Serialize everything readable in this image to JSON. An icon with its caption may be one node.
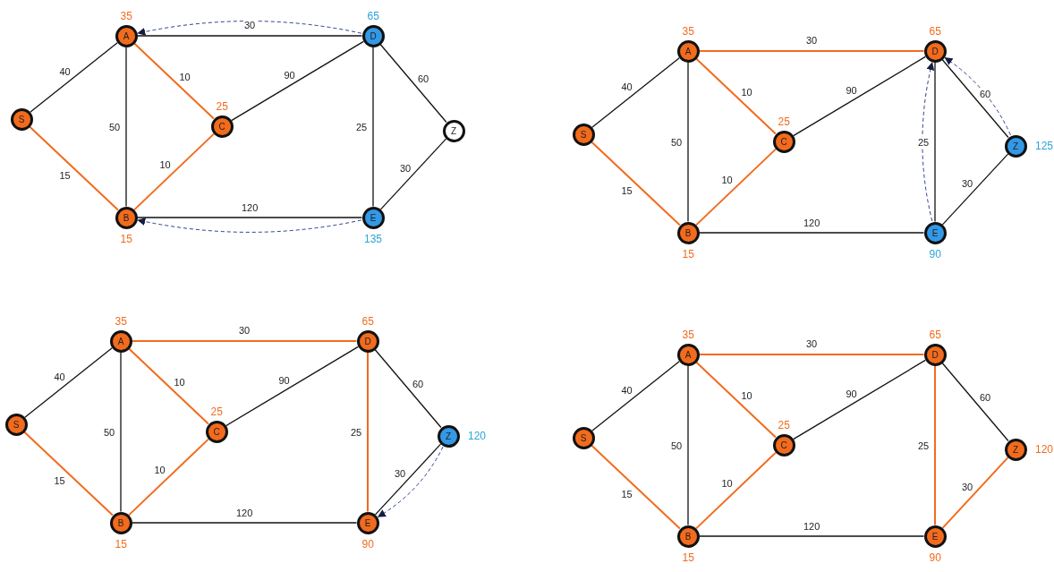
{
  "diagram": {
    "nodes": [
      {
        "text": [
          "S"
        ]
      },
      {
        "text": [
          "A"
        ],
        "beside": [
          "35"
        ]
      },
      {
        "text": [
          "B"
        ],
        "beside": [
          "15"
        ]
      },
      {
        "text": [
          "C"
        ],
        "beside": [
          "25"
        ]
      },
      {
        "text": [
          "D"
        ],
        "beside": [
          "65"
        ]
      },
      {
        "text": [
          "E"
        ],
        "beside": [
          "135"
        ]
      },
      {
        "text": [
          "Z"
        ]
      },
      {
        "text": [
          "S"
        ]
      },
      {
        "text": [
          "A"
        ],
        "beside": [
          "35"
        ]
      },
      {
        "text": [
          "B"
        ],
        "beside": [
          "15"
        ]
      },
      {
        "text": [
          "C"
        ],
        "beside": [
          "25"
        ]
      },
      {
        "text": [
          "D"
        ],
        "beside": [
          "65"
        ]
      },
      {
        "text": [
          "E"
        ],
        "beside": [
          "90"
        ]
      },
      {
        "text": [
          "Z"
        ],
        "beside": [
          "125"
        ]
      },
      {
        "text": [
          "S"
        ]
      },
      {
        "text": [
          "A"
        ],
        "beside": [
          "35"
        ]
      },
      {
        "text": [
          "B"
        ],
        "beside": [
          "15"
        ]
      },
      {
        "text": [
          "C"
        ],
        "beside": [
          "25"
        ]
      },
      {
        "text": [
          "D"
        ],
        "beside": [
          "65"
        ]
      },
      {
        "text": [
          "E"
        ],
        "beside": [
          "90"
        ]
      },
      {
        "text": [
          "Z"
        ],
        "beside": [
          "120"
        ]
      },
      {
        "text": [
          "S"
        ]
      },
      {
        "text": [
          "A"
        ],
        "beside": [
          "35"
        ]
      },
      {
        "text": [
          "B"
        ],
        "beside": [
          "15"
        ]
      },
      {
        "text": [
          "C"
        ],
        "beside": [
          "25"
        ]
      },
      {
        "text": [
          "D"
        ],
        "beside": [
          "65"
        ]
      },
      {
        "text": [
          "E"
        ],
        "beside": [
          "90"
        ]
      },
      {
        "text": [
          "Z"
        ],
        "beside": [
          "120"
        ]
      }
    ],
    "edges": [
      {
        "from": 0,
        "to": 1,
        "arrow": "none",
        "label": "40"
      },
      {
        "from": 0,
        "to": 2,
        "arrow": "none",
        "label": "15",
        "color": "#f26b1d"
      },
      {
        "from": 1,
        "to": 2,
        "arrow": "none",
        "label": "50"
      },
      {
        "from": 1,
        "to": 3,
        "arrow": "none",
        "label": "10",
        "color": "#f26b1d"
      },
      {
        "from": 1,
        "to": 4,
        "arrow": "none",
        "label": "30"
      },
      {
        "from": 2,
        "to": 3,
        "arrow": "none",
        "label": "10",
        "color": "#f26b1d"
      },
      {
        "from": 3,
        "to": 4,
        "arrow": "none",
        "label": "90"
      },
      {
        "from": 2,
        "to": 5,
        "arrow": "none",
        "label": "120"
      },
      {
        "from": 4,
        "to": 5,
        "arrow": "none",
        "label": "25"
      },
      {
        "from": 4,
        "to": 6,
        "arrow": "none",
        "label": "60"
      },
      {
        "from": 5,
        "to": 6,
        "arrow": "none",
        "label": "30"
      },
      {
        "from": 4,
        "to": 1,
        "arrow": "to",
        "style": "dashed",
        "color": "#2c3e8c"
      },
      {
        "from": 5,
        "to": 2,
        "arrow": "to",
        "style": "dashed",
        "color": "#2c3e8c"
      },
      {
        "from": 7,
        "to": 8,
        "arrow": "none",
        "label": "40"
      },
      {
        "from": 7,
        "to": 9,
        "arrow": "none",
        "label": "15",
        "color": "#f26b1d"
      },
      {
        "from": 8,
        "to": 9,
        "arrow": "none",
        "label": "50"
      },
      {
        "from": 8,
        "to": 10,
        "arrow": "none",
        "label": "10",
        "color": "#f26b1d"
      },
      {
        "from": 8,
        "to": 11,
        "arrow": "none",
        "label": "30",
        "color": "#f26b1d"
      },
      {
        "from": 9,
        "to": 10,
        "arrow": "none",
        "label": "10",
        "color": "#f26b1d"
      },
      {
        "from": 10,
        "to": 11,
        "arrow": "none",
        "label": "90"
      },
      {
        "from": 9,
        "to": 12,
        "arrow": "none",
        "label": "120"
      },
      {
        "from": 11,
        "to": 12,
        "arrow": "none",
        "label": "25"
      },
      {
        "from": 11,
        "to": 13,
        "arrow": "none",
        "label": "60"
      },
      {
        "from": 12,
        "to": 13,
        "arrow": "none",
        "label": "30"
      },
      {
        "from": 12,
        "to": 11,
        "arrow": "to",
        "style": "dashed",
        "color": "#2c3e8c"
      },
      {
        "from": 13,
        "to": 11,
        "arrow": "to",
        "style": "dashed",
        "color": "#2c3e8c"
      },
      {
        "from": 14,
        "to": 15,
        "arrow": "none",
        "label": "40"
      },
      {
        "from": 14,
        "to": 16,
        "arrow": "none",
        "label": "15",
        "color": "#f26b1d"
      },
      {
        "from": 15,
        "to": 16,
        "arrow": "none",
        "label": "50"
      },
      {
        "from": 15,
        "to": 17,
        "arrow": "none",
        "label": "10",
        "color": "#f26b1d"
      },
      {
        "from": 15,
        "to": 18,
        "arrow": "none",
        "label": "30",
        "color": "#f26b1d"
      },
      {
        "from": 16,
        "to": 17,
        "arrow": "none",
        "label": "10",
        "color": "#f26b1d"
      },
      {
        "from": 17,
        "to": 18,
        "arrow": "none",
        "label": "90"
      },
      {
        "from": 16,
        "to": 19,
        "arrow": "none",
        "label": "120"
      },
      {
        "from": 18,
        "to": 19,
        "arrow": "none",
        "label": "25",
        "color": "#f26b1d"
      },
      {
        "from": 18,
        "to": 20,
        "arrow": "none",
        "label": "60"
      },
      {
        "from": 19,
        "to": 20,
        "arrow": "none",
        "label": "30"
      },
      {
        "from": 20,
        "to": 19,
        "arrow": "to",
        "style": "dashed",
        "color": "#2c3e8c"
      },
      {
        "from": 21,
        "to": 22,
        "arrow": "none",
        "label": "40"
      },
      {
        "from": 21,
        "to": 23,
        "arrow": "none",
        "label": "15",
        "color": "#f26b1d"
      },
      {
        "from": 22,
        "to": 23,
        "arrow": "none",
        "label": "50"
      },
      {
        "from": 22,
        "to": 24,
        "arrow": "none",
        "label": "10",
        "color": "#f26b1d"
      },
      {
        "from": 22,
        "to": 25,
        "arrow": "none",
        "label": "30",
        "color": "#f26b1d"
      },
      {
        "from": 23,
        "to": 24,
        "arrow": "none",
        "label": "10",
        "color": "#f26b1d"
      },
      {
        "from": 24,
        "to": 25,
        "arrow": "none",
        "label": "90"
      },
      {
        "from": 23,
        "to": 26,
        "arrow": "none",
        "label": "120"
      },
      {
        "from": 25,
        "to": 26,
        "arrow": "none",
        "label": "25",
        "color": "#f26b1d"
      },
      {
        "from": 25,
        "to": 27,
        "arrow": "none",
        "label": "60"
      },
      {
        "from": 26,
        "to": 27,
        "arrow": "none",
        "label": "30",
        "color": "#f26b1d"
      }
    ]
  }
}
